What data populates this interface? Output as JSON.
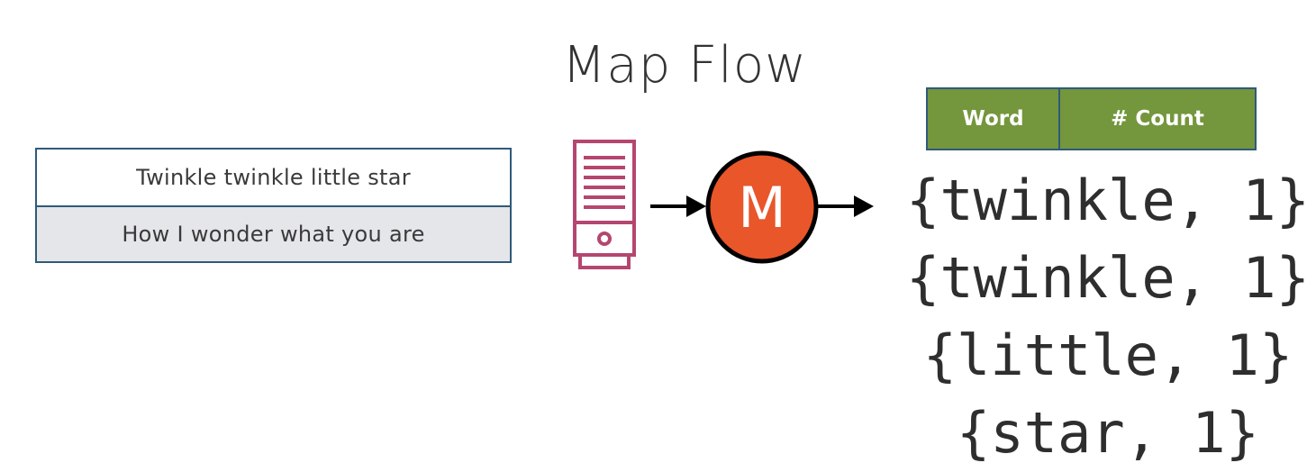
{
  "title": "Map Flow",
  "input_lines": [
    "Twinkle twinkle little star",
    "How I wonder what you are"
  ],
  "mapper": {
    "label": "M",
    "color": "#e8562a"
  },
  "output_headers": {
    "word": "Word",
    "count": "# Count"
  },
  "output_pairs": [
    "{twinkle, 1}",
    "{twinkle, 1}",
    "{little, 1}",
    "{star, 1}"
  ],
  "colors": {
    "border": "#2f5a7a",
    "header_bg": "#74963d",
    "server_stroke": "#b5466f",
    "row_alt_bg": "#e5e6e9"
  },
  "icons": {
    "server": "server-icon",
    "arrow": "arrow-right-icon"
  }
}
